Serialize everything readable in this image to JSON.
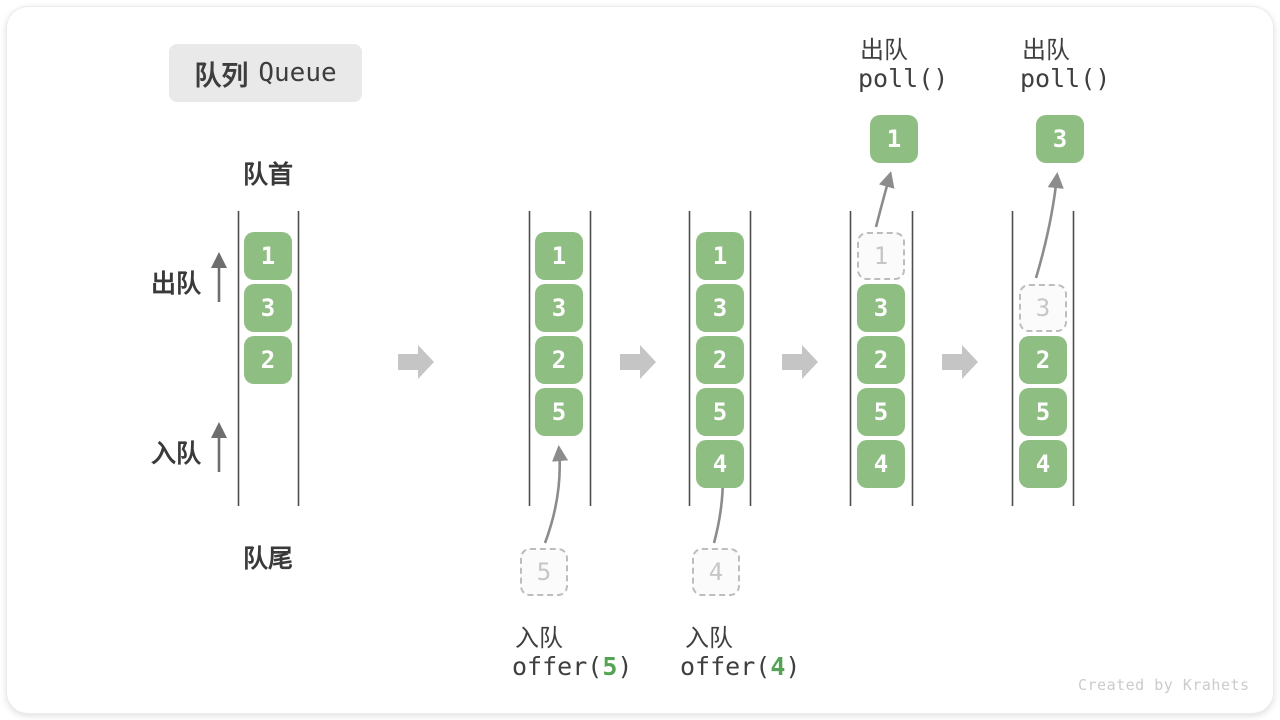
{
  "title": {
    "zh": "队列",
    "en": "Queue"
  },
  "side_labels": {
    "front": "队首",
    "rear": "队尾",
    "dequeue": "出队",
    "enqueue": "入队"
  },
  "queues": {
    "q1": {
      "items": [
        "1",
        "3",
        "2"
      ]
    },
    "q2": {
      "items": [
        "1",
        "3",
        "2",
        "5"
      ],
      "pending": "5"
    },
    "q3": {
      "items": [
        "1",
        "3",
        "2",
        "5",
        "4"
      ],
      "pending": "4"
    },
    "q4": {
      "items": [
        "3",
        "2",
        "5",
        "4"
      ],
      "removed_placeholder": "1",
      "result": "1"
    },
    "q5": {
      "items": [
        "2",
        "5",
        "4"
      ],
      "removed_placeholder": "3",
      "result": "3"
    }
  },
  "operations": {
    "enqueue5": {
      "label": "入队",
      "code_pre": "offer(",
      "arg": "5",
      "code_post": ")"
    },
    "enqueue4": {
      "label": "入队",
      "code_pre": "offer(",
      "arg": "4",
      "code_post": ")"
    },
    "dequeue1": {
      "label": "出队",
      "code": "poll()"
    },
    "dequeue2": {
      "label": "出队",
      "code": "poll()"
    }
  },
  "watermark": "Created by Krahets",
  "colors": {
    "item_green": "#8fbe82",
    "arg_green": "#55a455",
    "block_arrow_gray": "#c5c5c5",
    "ghost_border": "#bdbdbd",
    "title_bg": "#e9e9e9",
    "text_dark": "#3a3a3a",
    "watermark_gray": "#cbcbcb"
  }
}
